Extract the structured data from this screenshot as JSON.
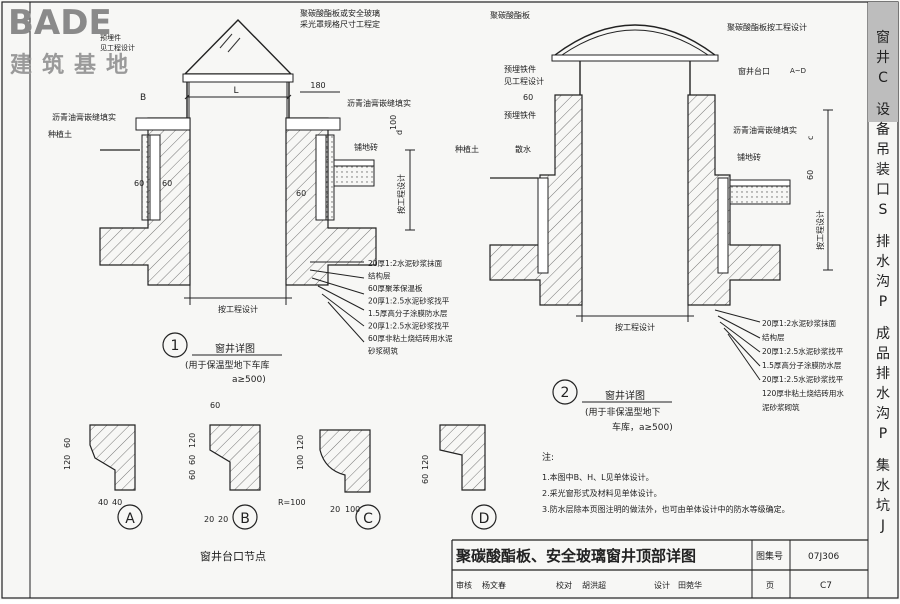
{
  "logo": {
    "brand": "BADE",
    "tagline": "建筑基地"
  },
  "side_index": [
    {
      "text": "窗井C",
      "highlight": true
    },
    {
      "text": "设备吊装口S",
      "highlight": false
    },
    {
      "text": "排水沟P",
      "highlight": false
    },
    {
      "text": "成品排水沟P",
      "highlight": false
    },
    {
      "text": "集水坑J",
      "highlight": false
    }
  ],
  "detail1": {
    "number": "1",
    "title": "窗井详图",
    "subtitle": "(用于保温型地下车库",
    "subtitle2": "a≥500)",
    "labels": {
      "cover": "聚碳酸酯板或安全玻璃",
      "cover2": "采光罩规格尺寸工程定",
      "B": "B",
      "L": "L",
      "dim180": "180",
      "asphalt_left": "沥青油膏嵌缝填实",
      "asphalt_right": "沥青油膏嵌缝填实",
      "soil": "种植土",
      "paving": "铺地砖",
      "dim100": "100",
      "d": "d",
      "per_design": "按工程设计",
      "dim60a": "60",
      "dim60b": "60",
      "dim60c": "60",
      "bottom_dim": "按工程设计",
      "pre_embed": "预埋件",
      "see_design": "见工程设计"
    },
    "layers": [
      "20厚1:2水泥砂浆抹面",
      "结构层",
      "60厚聚苯保温板",
      "20厚1:2.5水泥砂浆找平",
      "1.5厚高分子涂膜防水层",
      "20厚1:2.5水泥砂浆找平",
      "60厚非粘土烧结砖用水泥",
      "砂浆砌筑"
    ]
  },
  "detail2": {
    "number": "2",
    "title": "窗井详图",
    "subtitle": "(用于非保温型地下",
    "subtitle2": "车库，a≥500)",
    "labels": {
      "cover": "聚碳酸酯板",
      "cover_note": "聚碳酸酯板按工程设计",
      "embed": "预埋铁件",
      "embed2": "见工程设计",
      "embed3": "预埋铁件",
      "sill": "窗井台口",
      "sill_ref": "A~D",
      "asphalt": "沥青油膏嵌缝填实",
      "soil": "种植土",
      "apron": "散水",
      "paving": "铺地砖",
      "dim60a": "60",
      "dim60b": "60",
      "c": "c",
      "per_design": "按工程设计",
      "bottom_dim": "按工程设计"
    },
    "layers": [
      "20厚1:2水泥砂浆抹面",
      "结构层",
      "20厚1:2.5水泥砂浆找平",
      "1.5厚高分子涂膜防水层",
      "20厚1:2.5水泥砂浆找平",
      "120厚非粘土烧结砖用水",
      "泥砂浆砌筑"
    ]
  },
  "nodes": {
    "title": "窗井台口节点",
    "items": [
      {
        "letter": "A",
        "dims": [
          "60",
          "120",
          "40",
          "40"
        ]
      },
      {
        "letter": "B",
        "dims": [
          "60",
          "60",
          "60",
          "120",
          "20",
          "20"
        ]
      },
      {
        "letter": "C",
        "dims": [
          "100",
          "120",
          "R=100",
          "20",
          "100"
        ]
      },
      {
        "letter": "D",
        "dims": [
          "120",
          "60"
        ]
      }
    ]
  },
  "notes": {
    "heading": "注:",
    "items": [
      "1.本图中B、H、L见单体设计。",
      "2.采光窗形式及材料见单体设计。",
      "3.防水层除本页图注明的做法外，也可由单体设计中的防水等级确定。"
    ]
  },
  "title_block": {
    "drawing_title": "聚碳酸酯板、安全玻璃窗井顶部详图",
    "atlas_label": "图集号",
    "atlas_no": "07J306",
    "review_label": "审核",
    "reviewer": "杨文春",
    "check_label": "校对",
    "checker": "胡洪超",
    "design_label": "设计",
    "designer": "田菀华",
    "page_label": "页",
    "page_no": "C7"
  }
}
